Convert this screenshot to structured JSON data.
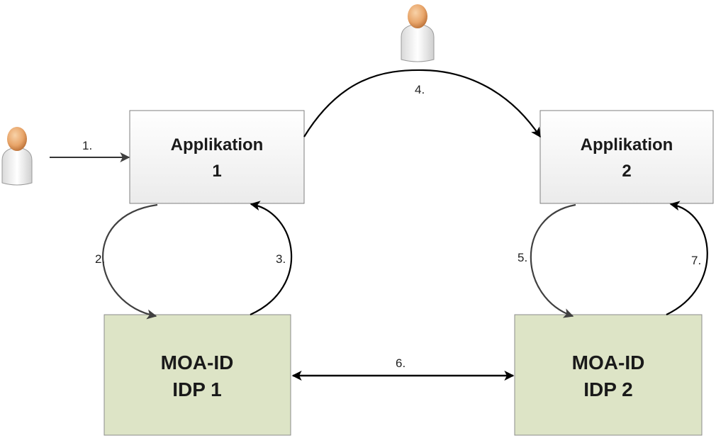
{
  "nodes": {
    "app1": {
      "line1": "Applikation",
      "line2": "1"
    },
    "app2": {
      "line1": "Applikation",
      "line2": "2"
    },
    "idp1": {
      "line1": "MOA-ID",
      "line2": "IDP 1"
    },
    "idp2": {
      "line1": "MOA-ID",
      "line2": "IDP 2"
    }
  },
  "steps": {
    "s1": "1.",
    "s2": "2.",
    "s3": "3.",
    "s4": "4.",
    "s5": "5.",
    "s6": "6.",
    "s7": "7."
  },
  "colors": {
    "app_fill_top": "#ffffff",
    "app_fill_bottom": "#ececec",
    "app_stroke": "#7f7f7f",
    "idp_fill": "#dde4c6",
    "idp_stroke": "#8b8b8b",
    "arrow": "#000000",
    "arrow_loop": "#404040",
    "user_head": "#e8a56a",
    "user_body": "#f2f2f2"
  }
}
